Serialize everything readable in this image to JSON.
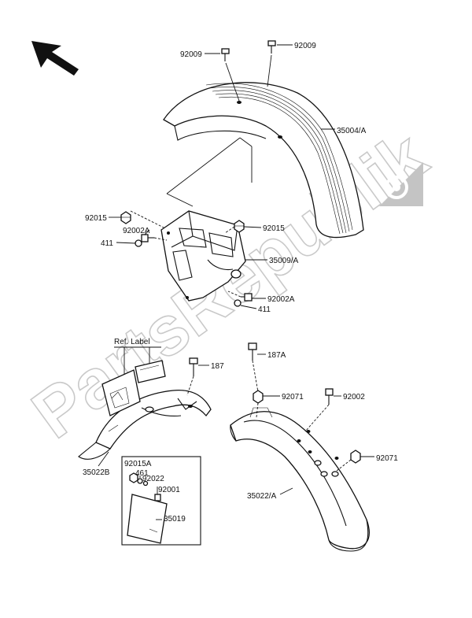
{
  "watermark": {
    "text": "PartsRepublik"
  },
  "labels": {
    "p92009_left": "92009",
    "p92009_right": "92009",
    "p35004": "35004/A",
    "p92015_left": "92015",
    "p92002A_top": "92002A",
    "p411_left": "411",
    "p92015_right": "92015",
    "p35009": "35009/A",
    "p92002A_bottom": "92002A",
    "p411_right": "411",
    "ref_label": "Ref. Label",
    "p187": "187",
    "p187A": "187A",
    "p92071_top": "92071",
    "p92002": "92002",
    "p92071_right": "92071",
    "p35022B": "35022B",
    "p35022A": "35022/A",
    "p92015A": "92015A",
    "p461": "461",
    "p92022": "92022",
    "p92001": "92001",
    "p35019": "35019"
  },
  "icons": {
    "direction": "arrow-up-left-icon",
    "gear": "gear-icon"
  },
  "colors": {
    "line": "#111111",
    "watermark": "#b8b8b8",
    "background": "#ffffff"
  }
}
